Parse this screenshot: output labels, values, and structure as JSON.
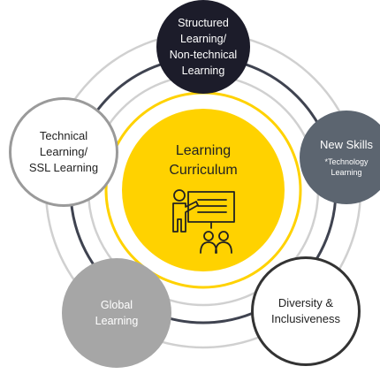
{
  "center": {
    "title_line1": "Learning",
    "title_line2": "Curriculum",
    "icon": "presenter-teaching-icon"
  },
  "nodes": {
    "structured": {
      "label": "Structured\nLearning/\nNon-technical\nLearning"
    },
    "technical": {
      "label": "Technical\nLearning/\nSSL Learning"
    },
    "new_skills": {
      "label": "New Skills",
      "sublabel": "*Technology\nLearning"
    },
    "global": {
      "label": "Global\nLearning"
    },
    "diversity": {
      "label": "Diversity &\nInclusiveness"
    }
  },
  "colors": {
    "yellow": "#ffd200",
    "dark_navy": "#1c1c2a",
    "slate": "#5c6570",
    "gray": "#a6a6a6",
    "ring_light": "#cfcfcf",
    "ring_dark": "#3f4350"
  }
}
